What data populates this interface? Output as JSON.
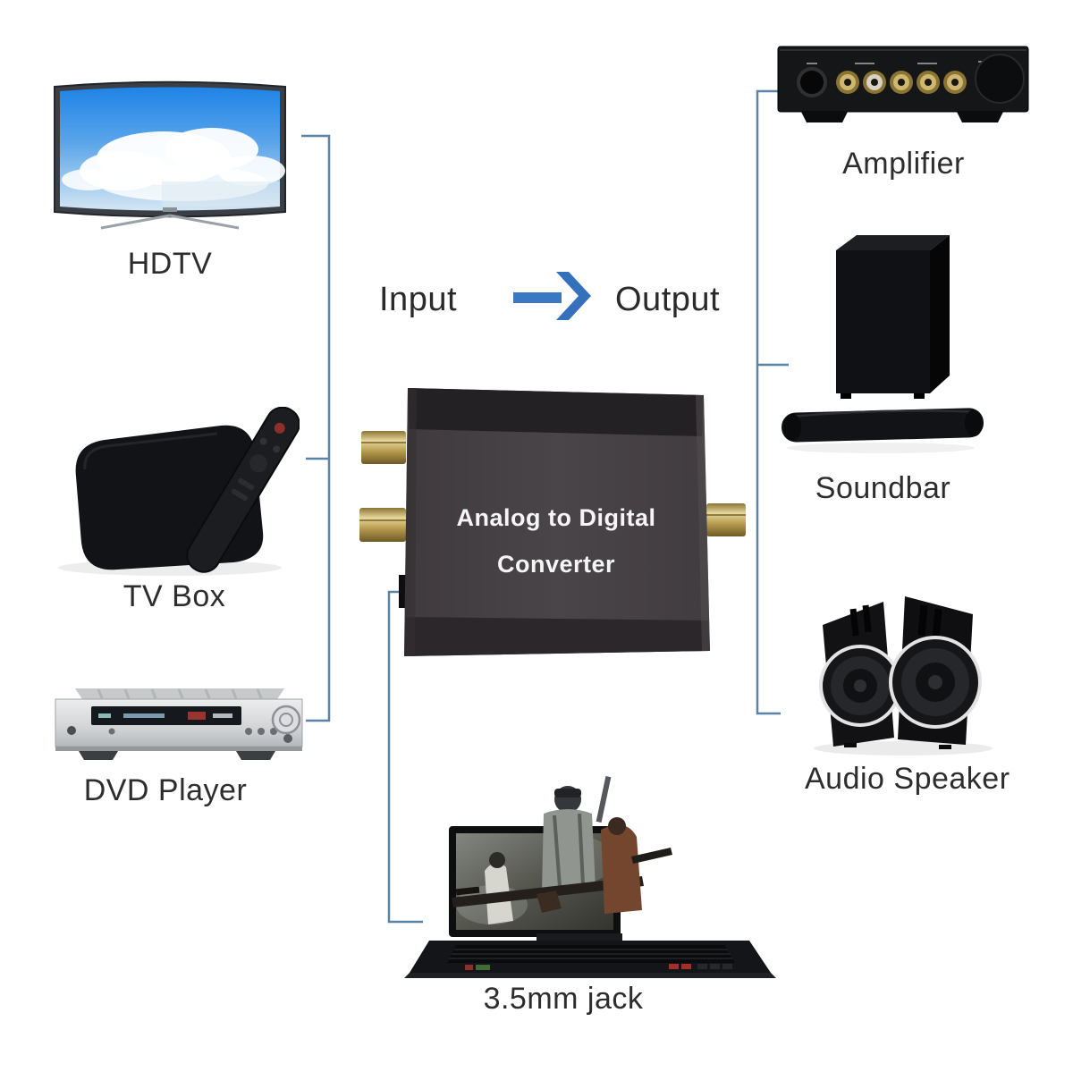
{
  "diagram": {
    "title_input": "Input",
    "title_output": "Output",
    "converter": {
      "line1": "Analog to Digital",
      "line2": "Converter"
    },
    "input_devices": [
      {
        "id": "hdtv",
        "label": "HDTV"
      },
      {
        "id": "tv-box",
        "label": "TV Box"
      },
      {
        "id": "dvd-player",
        "label": "DVD Player"
      },
      {
        "id": "aux-jack",
        "label": "3.5mm jack"
      }
    ],
    "output_devices": [
      {
        "id": "amplifier",
        "label": "Amplifier"
      },
      {
        "id": "soundbar",
        "label": "Soundbar"
      },
      {
        "id": "audio-speaker",
        "label": "Audio Speaker"
      }
    ],
    "icons": [
      "hdtv-icon",
      "tv-box-icon",
      "dvd-player-icon",
      "laptop-game-icon",
      "amplifier-icon",
      "soundbar-icon",
      "audio-speaker-icon",
      "converter-device-icon",
      "arrow-right-icon"
    ],
    "colors": {
      "background": "#ffffff",
      "connector_line": "#5b84a4",
      "arrow_blue": "#3b78c4",
      "label_text": "#2d2d2d",
      "converter_body": "#474245",
      "converter_text": "#f5f5f5",
      "gold_connector": "#c9b36a"
    }
  }
}
